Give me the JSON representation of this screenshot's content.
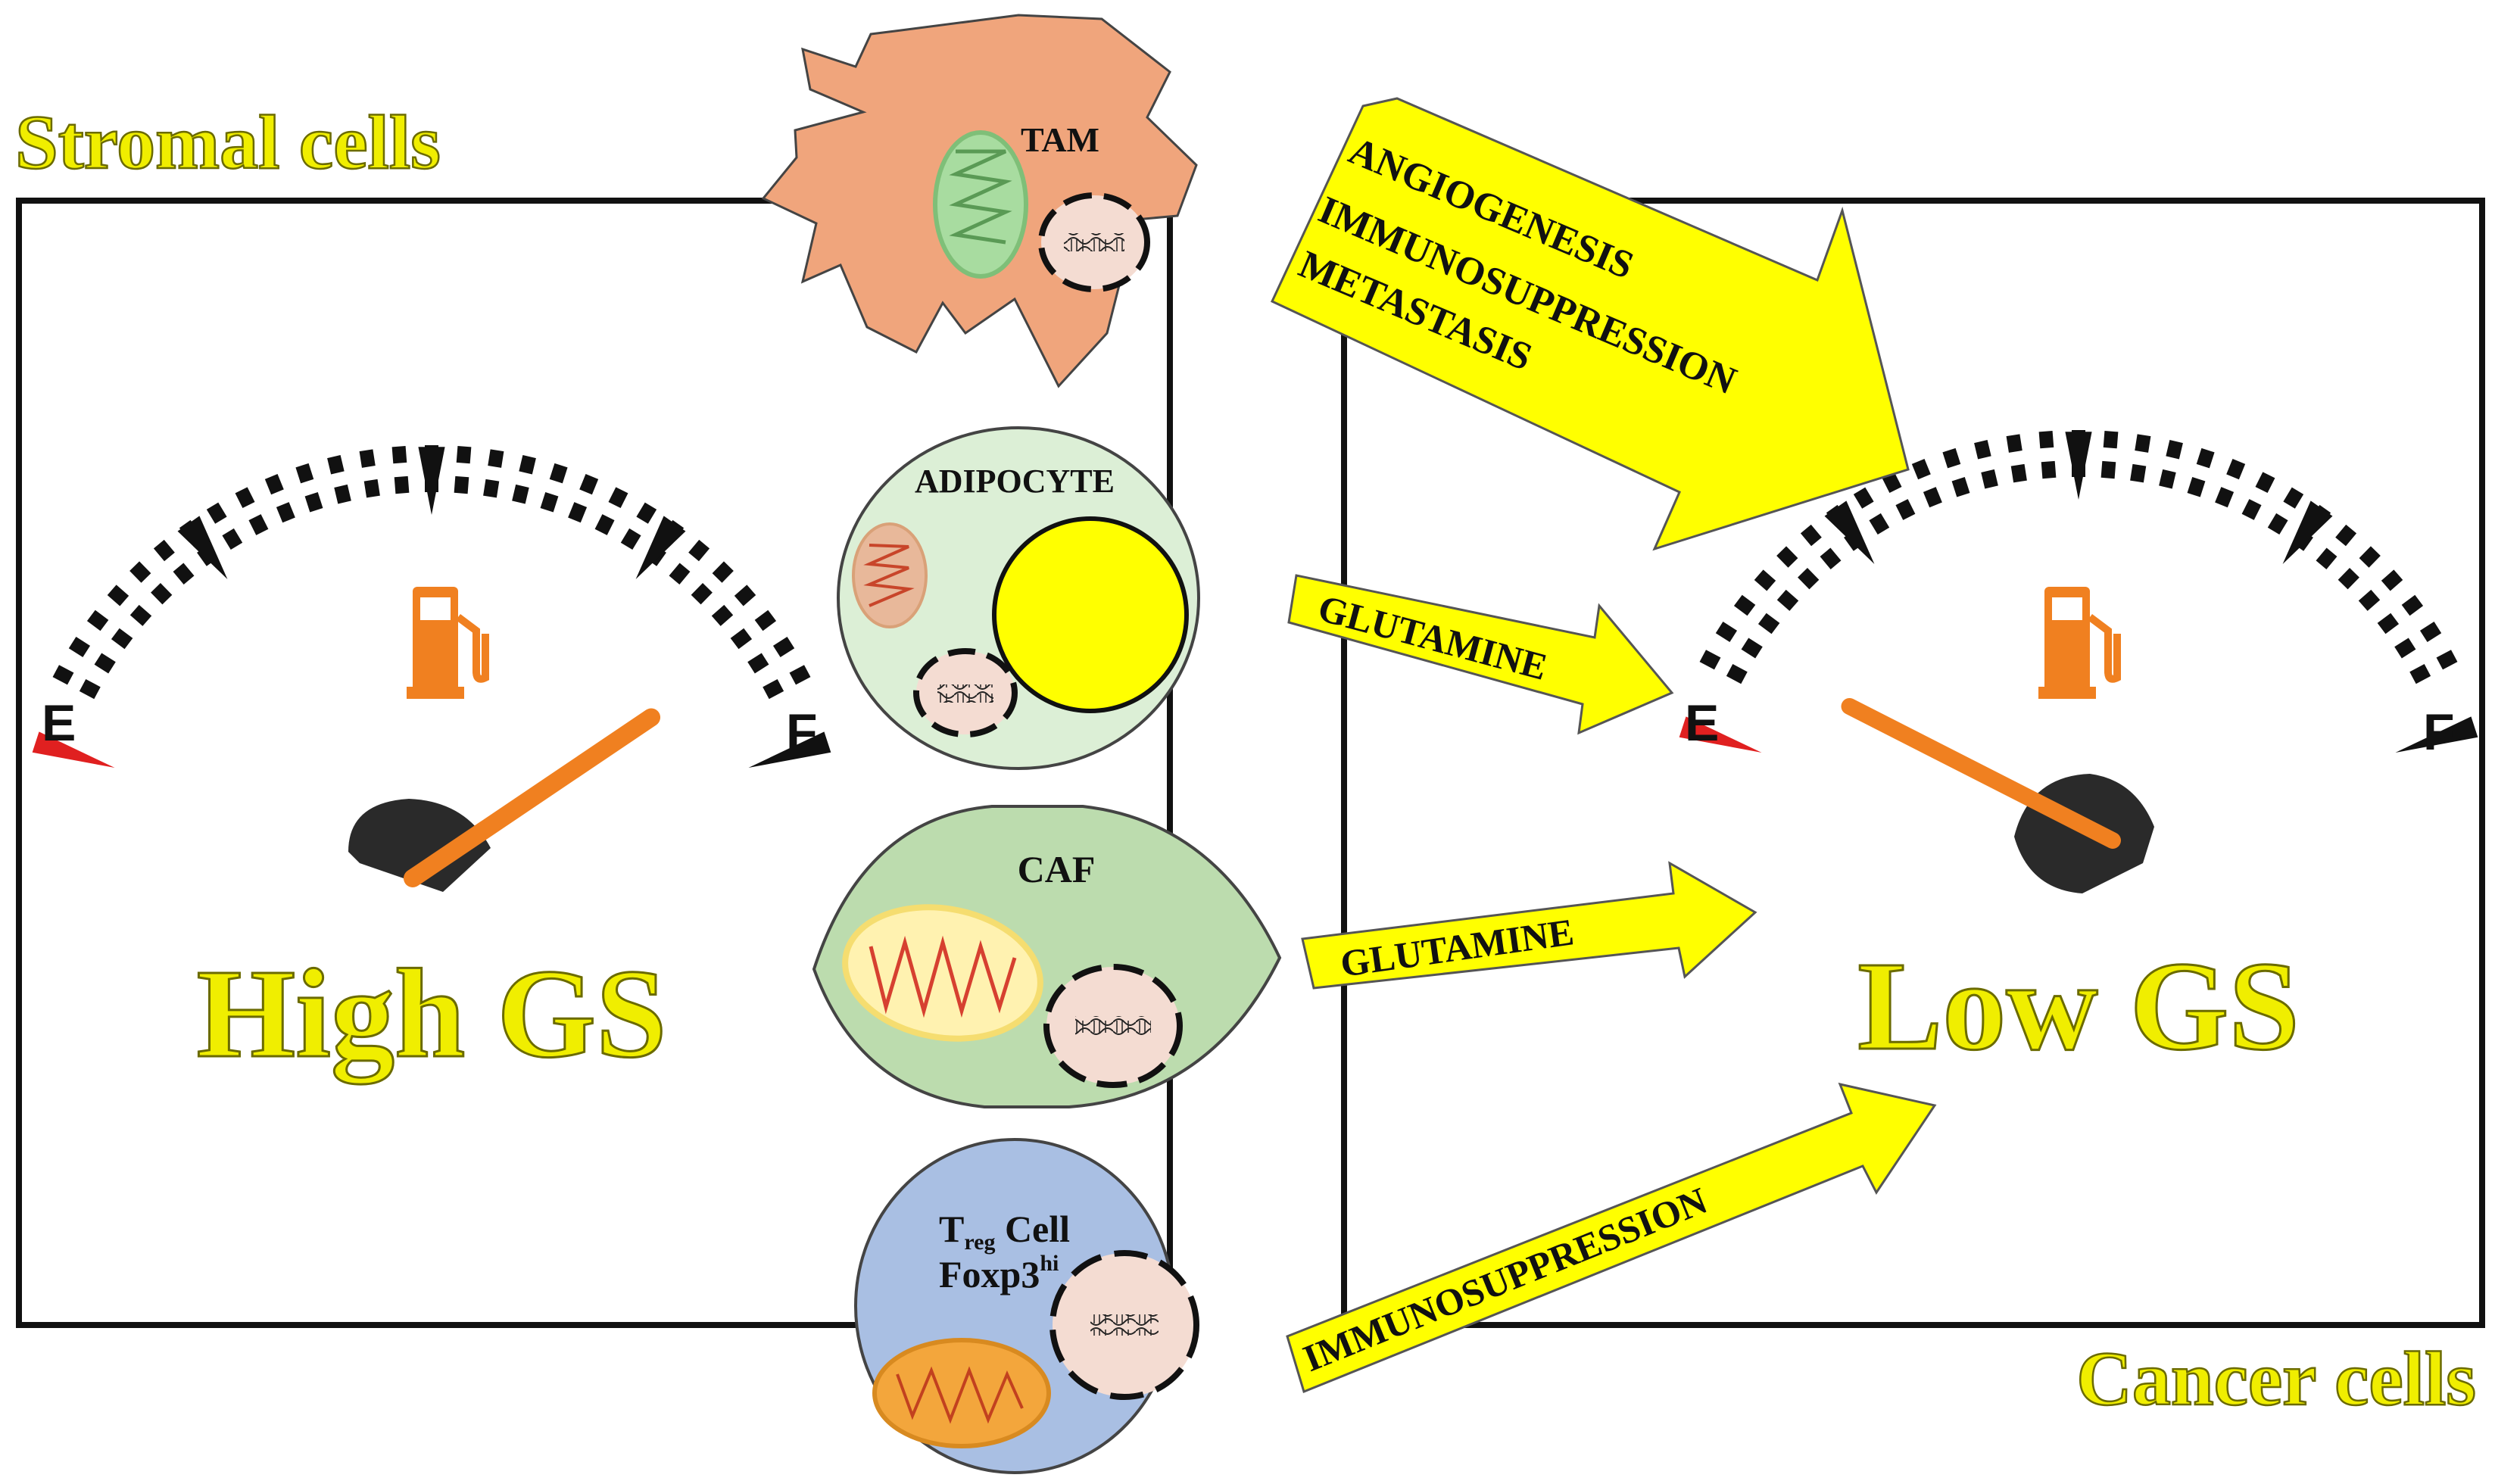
{
  "labels": {
    "stromal": "Stromal cells",
    "cancer": "Cancer cells",
    "high_gs": "High GS",
    "low_gs": "Low GS"
  },
  "gauges": {
    "empty_label": "E",
    "full_label": "F",
    "left_level": 0.9,
    "right_level": 0.05
  },
  "cells": {
    "tam": "TAM",
    "adipocyte": "ADIPOCYTE",
    "caf": "CAF",
    "treg_main": "T",
    "treg_sub": "reg",
    "treg_cell": " Cell",
    "foxp3_main": "Foxp3",
    "foxp3_sup": "hi"
  },
  "arrows": {
    "tam_1": "ANGIOGENESIS",
    "tam_2": "IMMUNOSUPPRESSION",
    "tam_3": "METASTASIS",
    "adipocyte": "GLUTAMINE",
    "caf": "GLUTAMINE",
    "treg": "IMMUNOSUPPRESSION"
  },
  "colors": {
    "label_yellow": "#f0ee00",
    "arrow_yellow": "#ffff00",
    "tam_fill": "#f0a57c",
    "adipocyte_fill": "#dcefd6",
    "caf_fill": "#bcdcae",
    "treg_fill": "#a9bfe3",
    "fuel_orange": "#f08020",
    "empty_red": "#e02020"
  }
}
